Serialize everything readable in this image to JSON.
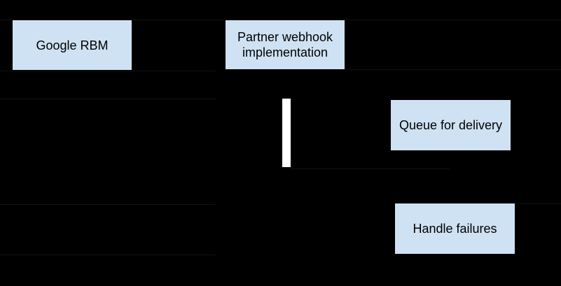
{
  "diagram": {
    "background_color": "#000000",
    "node_fill_color": "#cfe2f3",
    "node_text_color": "#000000",
    "activation_bar_color": "#ffffff",
    "faint_line_color": "#111111",
    "nodes": {
      "google_rbm": {
        "label": "Google RBM"
      },
      "partner_webhook": {
        "label": "Partner webhook implementation"
      },
      "queue_for_delivery": {
        "label": "Queue for delivery"
      },
      "handle_failures": {
        "label": "Handle failures"
      }
    }
  }
}
